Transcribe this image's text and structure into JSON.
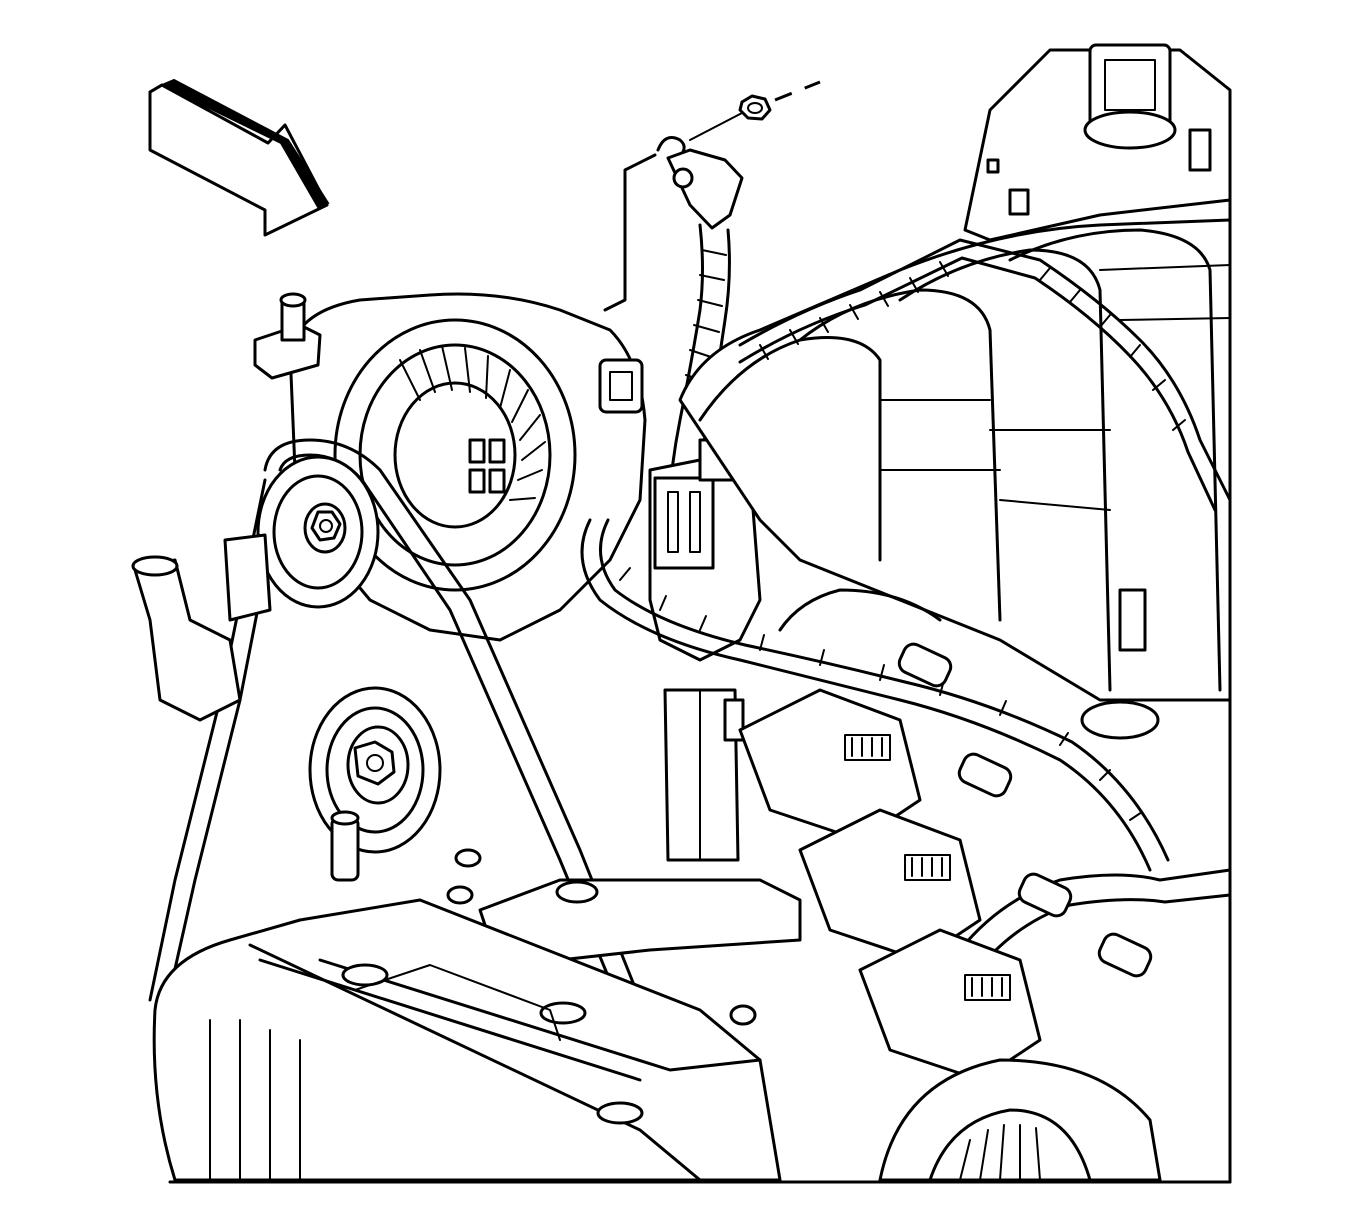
{
  "figure": {
    "colors": {
      "line": "#000000",
      "background": "#ffffff"
    },
    "parts": [
      {
        "name": "direction-arrow"
      },
      {
        "name": "nut"
      },
      {
        "name": "ground-wire-terminal"
      },
      {
        "name": "generator"
      },
      {
        "name": "drive-belt"
      },
      {
        "name": "crankshaft-pulley"
      },
      {
        "name": "idler-pulley"
      },
      {
        "name": "intake-manifold"
      },
      {
        "name": "ignition-coils"
      },
      {
        "name": "wiring-harness"
      },
      {
        "name": "engine-cover"
      },
      {
        "name": "throttle-body"
      },
      {
        "name": "coolant-outlet"
      }
    ]
  }
}
